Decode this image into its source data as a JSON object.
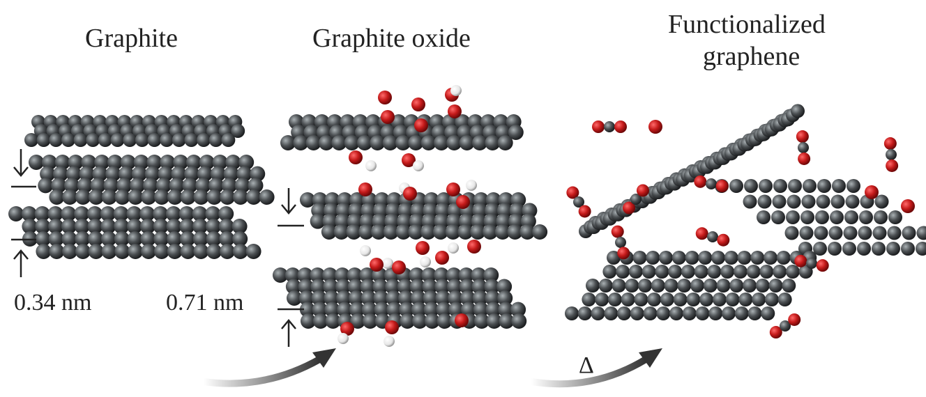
{
  "titles": {
    "graphite": "Graphite",
    "graphite_oxide": "Graphite oxide",
    "functionalized_line1": "Functionalized",
    "functionalized_line2": "graphene"
  },
  "dimensions": {
    "graphite_spacing": "0.34 nm",
    "oxide_spacing": "0.71 nm"
  },
  "heat_symbol": "Δ",
  "colors": {
    "carbon": "#4b4f52",
    "carbon_highlight": "#9aa3a6",
    "oxygen": "#c41a1a",
    "hydrogen": "#f2f2f2",
    "arrow": "#333333"
  }
}
